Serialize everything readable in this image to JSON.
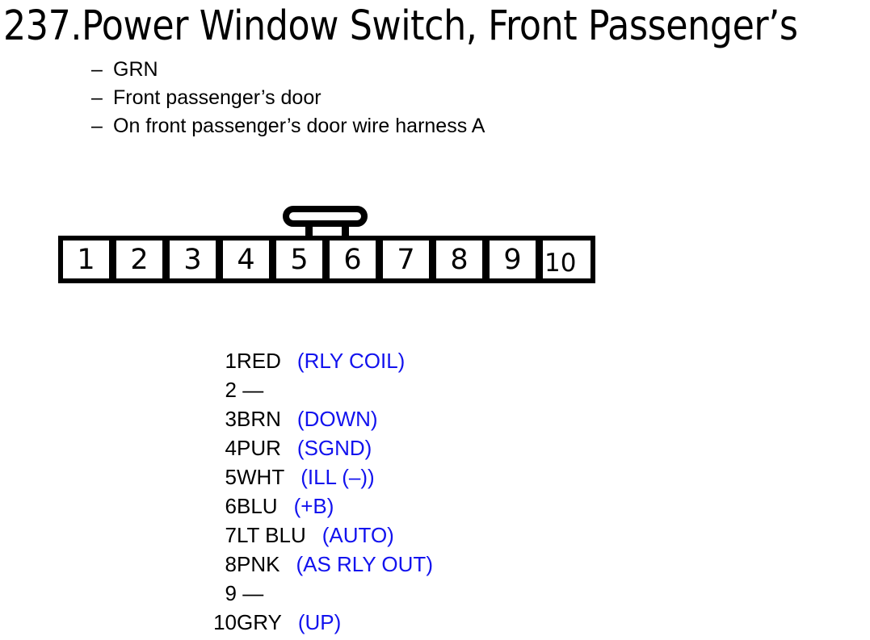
{
  "title": "237.Power Window Switch, Front Passenger’s",
  "bullet_char": "–",
  "notes": [
    "GRN",
    "Front passenger’s door",
    "On front passenger’s door wire harness A"
  ],
  "connector": {
    "pins": [
      "1",
      "2",
      "3",
      "4",
      "5",
      "6",
      "7",
      "8",
      "9",
      "10"
    ]
  },
  "pin_table": [
    {
      "pin": "1",
      "color": "RED",
      "function": "(RLY COIL)"
    },
    {
      "pin": "2",
      "color": " —",
      "function": ""
    },
    {
      "pin": "3",
      "color": "BRN",
      "function": "(DOWN)"
    },
    {
      "pin": "4",
      "color": "PUR",
      "function": "(SGND)"
    },
    {
      "pin": "5",
      "color": "WHT",
      "function": "(ILL (–))"
    },
    {
      "pin": "6",
      "color": "BLU",
      "function": "(+B)"
    },
    {
      "pin": "7",
      "color": "LT BLU",
      "function": "(AUTO)"
    },
    {
      "pin": "8",
      "color": "PNK",
      "function": "(AS RLY OUT)"
    },
    {
      "pin": "9",
      "color": " —",
      "function": ""
    },
    {
      "pin": "10",
      "color": "GRY",
      "function": "(UP)"
    }
  ],
  "colors": {
    "text": "#000000",
    "function_label": "#1212ee",
    "connector_outline": "#000000",
    "background": "#ffffff"
  }
}
